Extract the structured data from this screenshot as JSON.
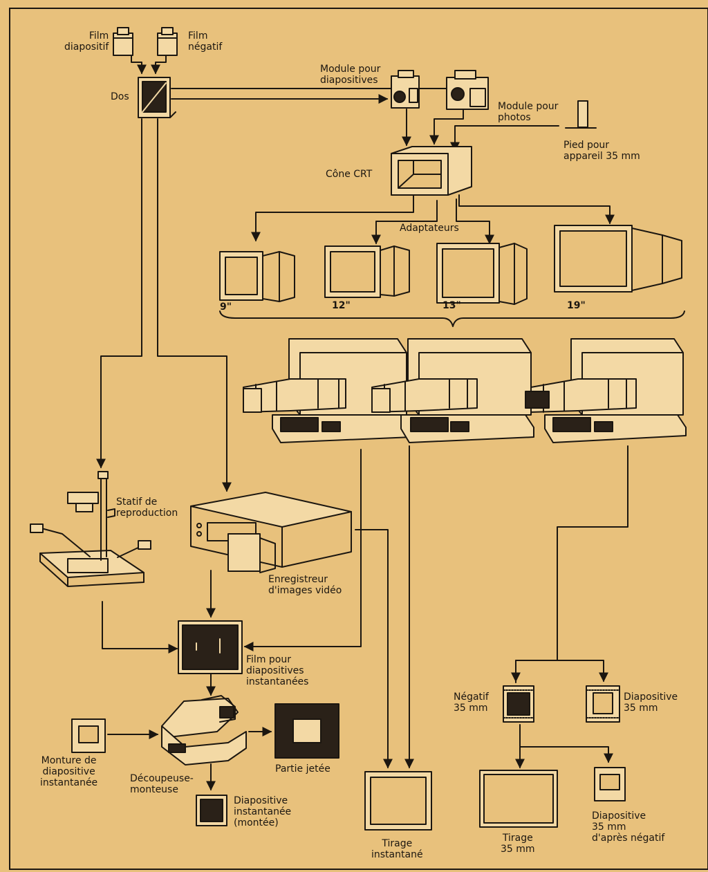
{
  "labels": {
    "film_slide": "Film\ndiapositif",
    "film_negative": "Film\nnégatif",
    "back": "Dos",
    "module_slides": "Module pour\ndiapositives",
    "module_photos": "Module pour\nphotos",
    "stand_35mm": "Pied pour\nappareil 35 mm",
    "crt_cone": "Cône CRT",
    "adapters": "Adaptateurs",
    "size_9": "9\"",
    "size_12": "12\"",
    "size_13": "13\"",
    "size_19": "19\"",
    "copy_stand": "Statif de\nreproduction",
    "video_recorder": "Enregistreur\nd'images vidéo",
    "instant_slide_film": "Film pour\ndiapositives\ninstantanées",
    "instant_mount": "Monture de\ndiapositive\ninstantanée",
    "cutter_mounter": "Découpeuse-\nmonteuse",
    "discarded": "Partie jetée",
    "mounted_slide": "Diapositive\ninstantanée\n(montée)",
    "instant_print": "Tirage\ninstantané",
    "negative_35": "Négatif\n35 mm",
    "slide_35": "Diapositive\n35 mm",
    "print_35": "Tirage\n35 mm",
    "slide_from_negative": "Diapositive\n35 mm\nd'après négatif"
  },
  "colors": {
    "background": "#e8c17c",
    "ink": "#1b1610",
    "fill_light": "#f3d9a5",
    "fill_dark": "#2a2118"
  }
}
